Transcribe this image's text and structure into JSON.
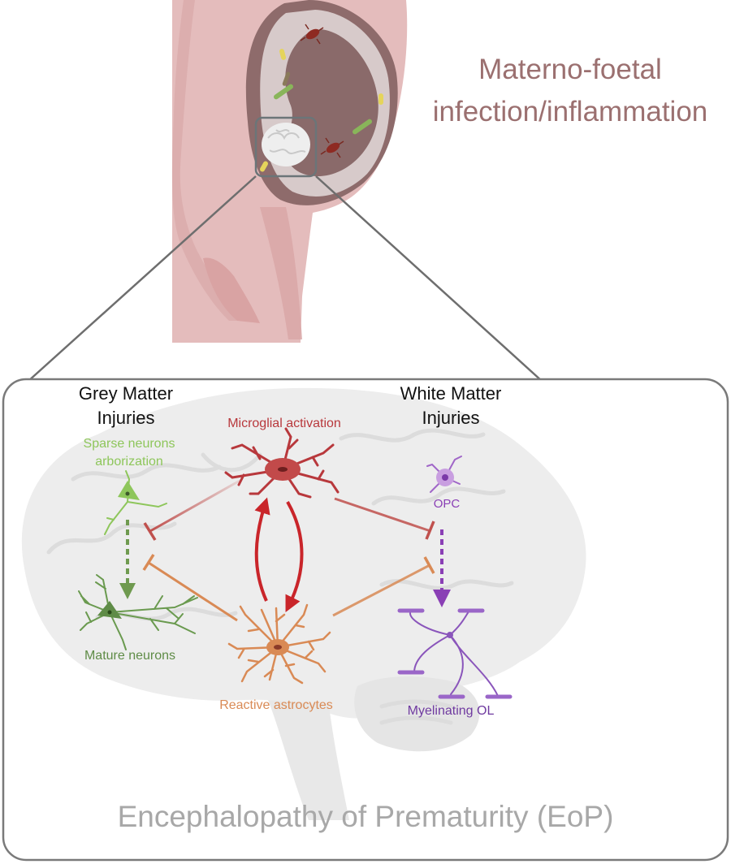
{
  "maternal": {
    "title_line1": "Materno-foetal",
    "title_line2": "infection/inflammation"
  },
  "brain_panel": {
    "grey_matter_line1": "Grey Matter",
    "grey_matter_line2": "Injuries",
    "white_matter_line1": "White Matter",
    "white_matter_line2": "Injuries",
    "footer": "Encephalopathy of Prematurity (EoP)"
  },
  "cells": {
    "microglia": "Microglial activation",
    "astrocytes": "Reactive astrocytes",
    "sparse_line1": "Sparse neurons",
    "sparse_line2": "arborization",
    "mature": "Mature neurons",
    "opc": "OPC",
    "myelinating": "Myelinating OL"
  },
  "colors": {
    "skin": "#e4bcbc",
    "uterus": "#8e6b6b",
    "maternal_title": "#9b7070",
    "microglia": "#b8383c",
    "astrocyte": "#d98a55",
    "green_light": "#8ec65b",
    "green_dark": "#5f8c47",
    "purple": "#8a4cba",
    "brain": "#ededed",
    "frame": "#7a7a7a",
    "footer_text": "#a8a8a8"
  }
}
